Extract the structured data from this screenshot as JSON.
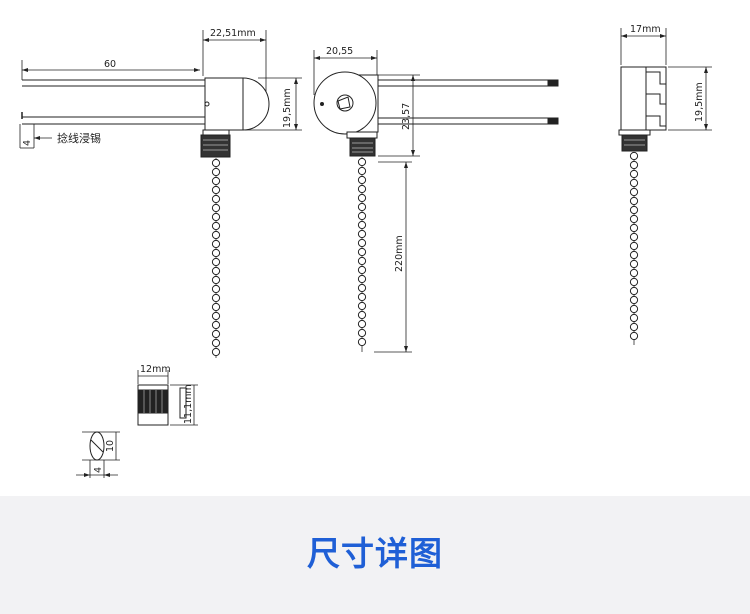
{
  "diagram": {
    "dims": {
      "wire_length": "60",
      "body_width": "22,51mm",
      "body_height": "19,5mm",
      "wire_gap": "4",
      "tin_note": "捻线浸锡",
      "front_width": "20,55",
      "front_height": "23,57",
      "chain_length": "220mm",
      "side_width": "17mm",
      "side_height": "19,5mm",
      "knob_diameter": "12mm",
      "knob_height": "11,1mm",
      "ferrule_height": "10",
      "ferrule_width": "4"
    }
  },
  "caption": {
    "title": "尺寸详图",
    "color": "#1f5fd6"
  }
}
